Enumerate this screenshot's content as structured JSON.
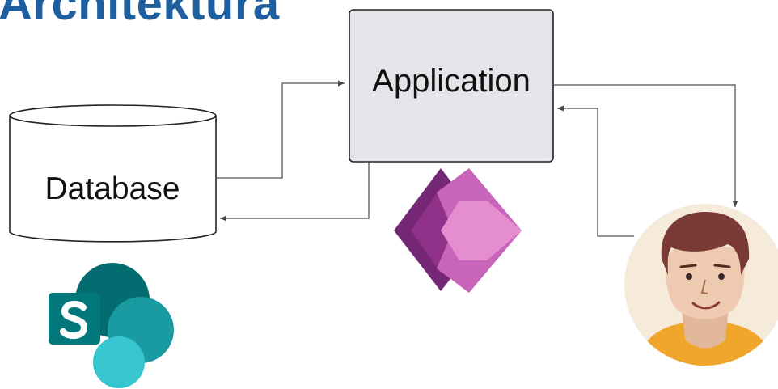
{
  "title": "Architektura",
  "nodes": {
    "database": "Database",
    "application": "Application"
  },
  "icons": {
    "database_service": "sharepoint-icon",
    "application_platform": "power-apps-icon",
    "end_user": "user-avatar-icon"
  },
  "colors": {
    "title": "#1e5fa0",
    "app_box_fill": "#e4e5e9",
    "connector": "#555555",
    "sharepoint_dark": "#036c70",
    "sharepoint_mid": "#1a9ba1",
    "sharepoint_light": "#37c6d0",
    "powerapps_dark": "#742774",
    "powerapps_light": "#e48ed0",
    "avatar_bg": "#f6eadb",
    "avatar_shirt": "#f0a62a"
  }
}
